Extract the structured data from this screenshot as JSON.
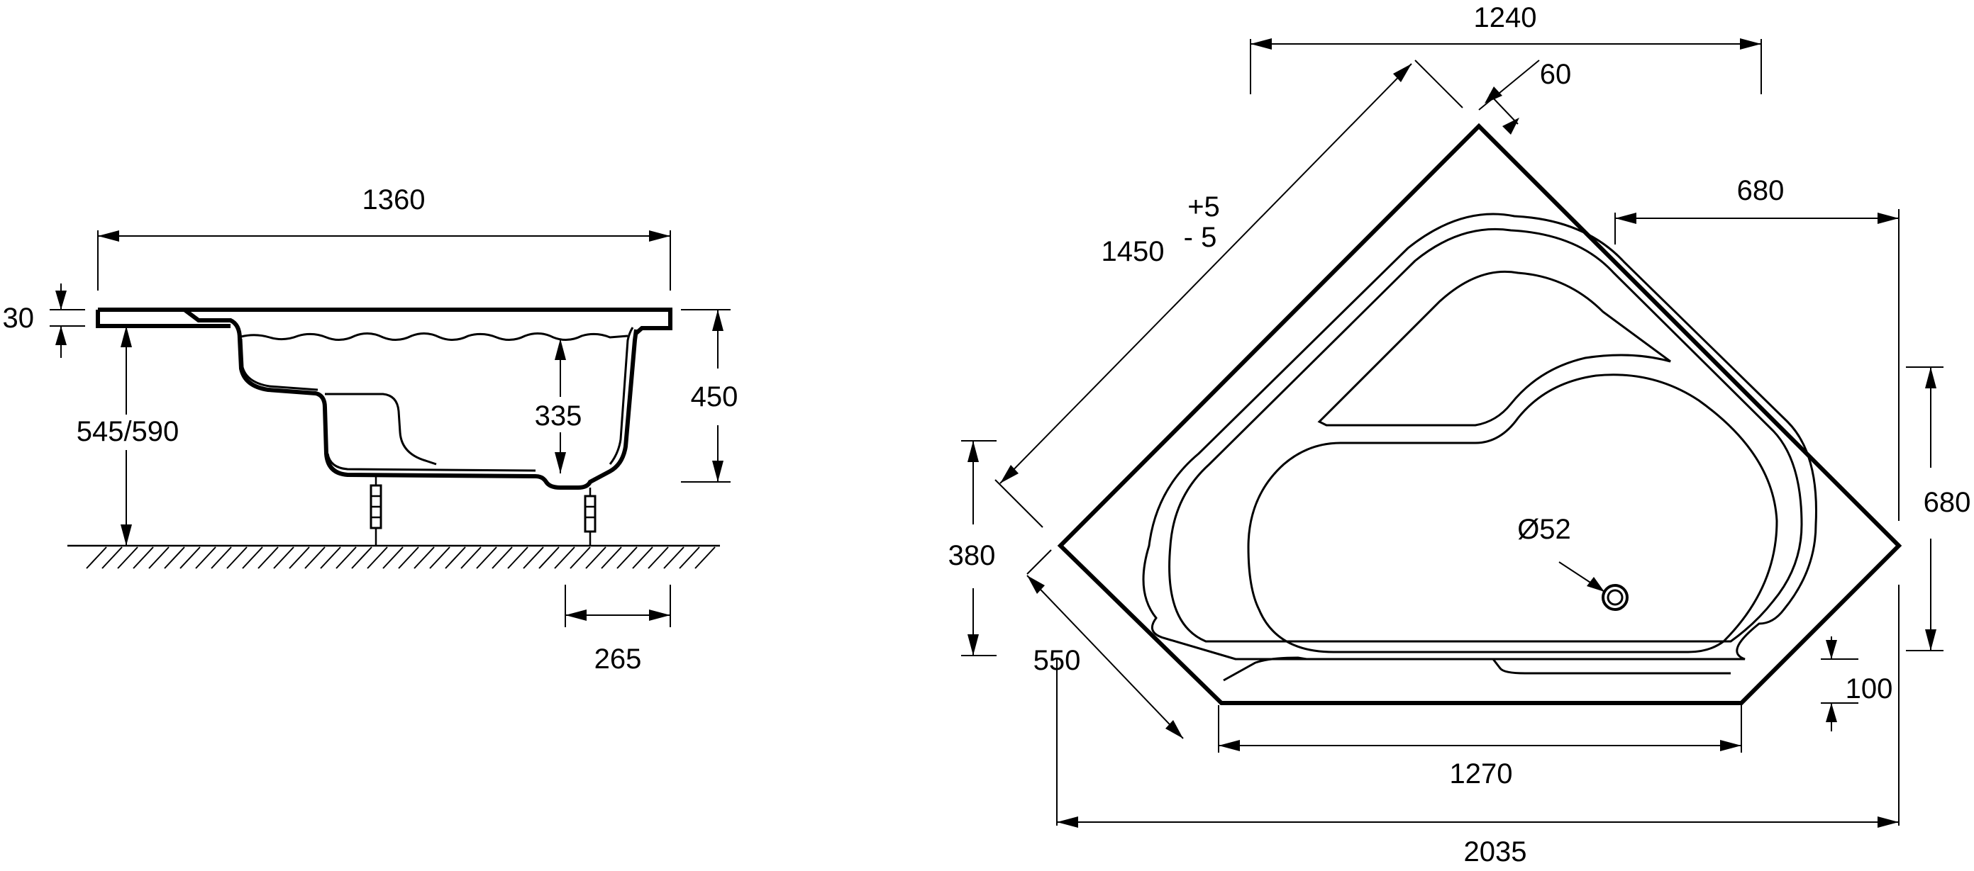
{
  "side_view": {
    "overall_length": "1360",
    "rim_thickness": "30",
    "floor_to_rim": "545/590",
    "water_depth": "335",
    "total_height": "450",
    "leg_offset": "265"
  },
  "plan_view": {
    "back_edge": "1240",
    "rim_chamfer": "60",
    "diagonal_side": "1450",
    "tolerance_plus": "+5",
    "tolerance_minus": "- 5",
    "right_return": "680",
    "right_side": "680",
    "left_side": "380",
    "front_angled": "550",
    "drain_diameter": "Ø52",
    "front_face_depth": "100",
    "front_edge": "1270",
    "overall_width": "2035"
  }
}
